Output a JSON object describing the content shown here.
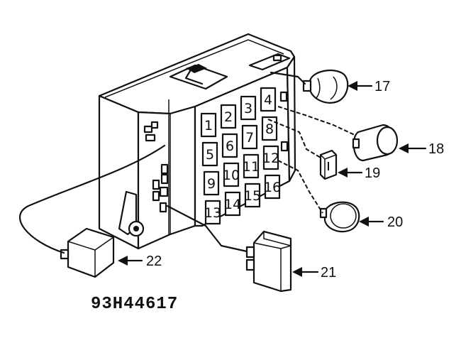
{
  "figure_code": "93H44617",
  "cavities": [
    "1",
    "2",
    "3",
    "4",
    "5",
    "6",
    "7",
    "8",
    "9",
    "10",
    "11",
    "12",
    "13",
    "14",
    "15",
    "16"
  ],
  "callouts": {
    "c17": "17",
    "c18": "18",
    "c19": "19",
    "c20": "20",
    "c21": "21",
    "c22": "22"
  }
}
